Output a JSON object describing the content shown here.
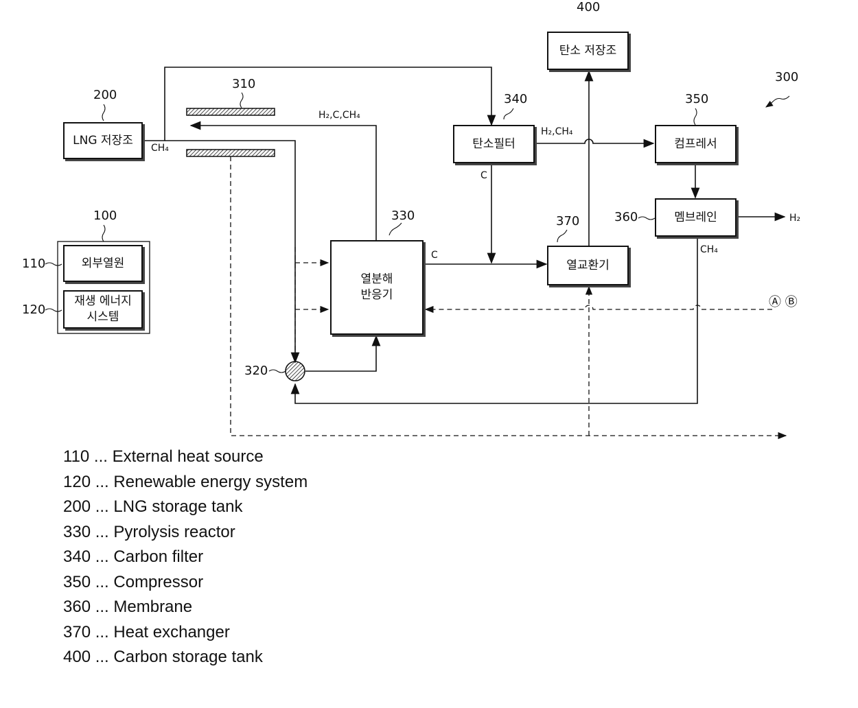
{
  "ref": {
    "r100": "100",
    "r110": "110",
    "r120": "120",
    "r200": "200",
    "r300": "300",
    "r310": "310",
    "r320": "320",
    "r330": "330",
    "r340": "340",
    "r350": "350",
    "r360": "360",
    "r370": "370",
    "r400": "400"
  },
  "boxes": {
    "lng_tank": "LNG 저장조",
    "external_heat": "외부열원",
    "renewable": "재생 에너지\n시스템",
    "pyrolysis": "열분해\n반응기",
    "carbon_filter": "탄소필터",
    "carbon_tank": "탄소 저장조",
    "compressor": "컴프레서",
    "membrane": "멤브레인",
    "heat_exchanger": "열교환기"
  },
  "flows": {
    "ch4_in": "CH₄",
    "h2_c_ch4": "H₂,C,CH₄",
    "h2_ch4": "H₂,CH₄",
    "c_filter": "C",
    "c_reactor": "C",
    "h2_out": "H₂",
    "ch4_recycle": "CH₄",
    "ab_marker": "Ⓐ Ⓑ"
  },
  "legend": [
    "110 ... External heat source",
    "120 ... Renewable energy system",
    "200 ... LNG storage tank",
    "330 ... Pyrolysis reactor",
    "340 ... Carbon filter",
    "350 ... Compressor",
    "360 ... Membrane",
    "370 ... Heat exchanger",
    "400 ... Carbon storage tank"
  ]
}
